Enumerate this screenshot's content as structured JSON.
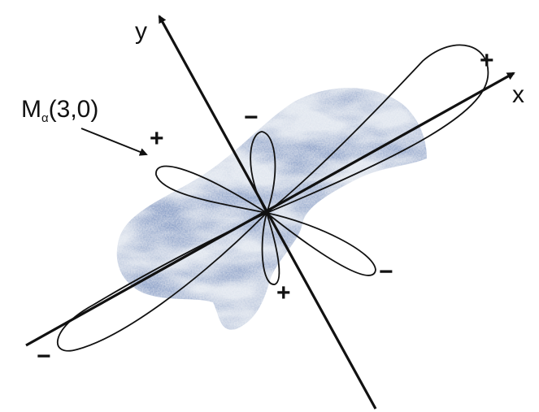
{
  "diagram": {
    "axes": {
      "x_label": "x",
      "y_label": "y"
    },
    "moment_label": {
      "main": "M",
      "subscript": "α",
      "args": "(3,0)"
    },
    "signs": {
      "upper_right_lobe": "+",
      "lower_left_lobe": "−",
      "upper_small_lobe": "−",
      "left_small_lobe": "+",
      "right_small_lobe": "−",
      "lower_small_lobe": "+"
    },
    "colors": {
      "ink": "#111111",
      "body_fill_light": "#dfe5ee",
      "body_fill_dark": "#3f5a8c",
      "body_fill_mid": "#8094b8"
    }
  }
}
